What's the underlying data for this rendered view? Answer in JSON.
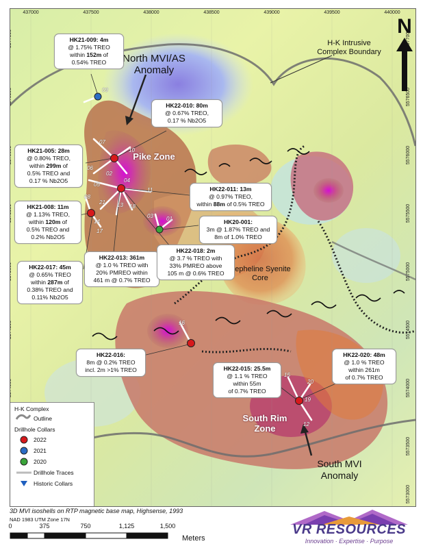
{
  "map": {
    "easting_ticks": [
      "437000",
      "437500",
      "438000",
      "438500",
      "439000",
      "439500",
      "440000"
    ],
    "northing_ticks": [
      "5577000",
      "5576500",
      "5576000",
      "5575500",
      "5575000",
      "5574500",
      "5574000",
      "5573500",
      "5573000"
    ],
    "north_letter": "N"
  },
  "labels": {
    "intrusive": "H-K Intrusive Complex Boundary",
    "north_anomaly": "North MVI/AS Anomaly",
    "pike_zone": "Pike Zone",
    "nepheline": "Nepheline Syenite Core",
    "south_rim": "South Rim Zone",
    "south_anomaly": "South MVI Anomaly"
  },
  "callouts": {
    "hk21_009": {
      "hdr": "HK21-009: 4m",
      "l1": "@ 1.75% TREO",
      "l2a": "within ",
      "l2b": "152m",
      "l2c": " of",
      "l3": "0.54% TREO"
    },
    "hk22_010": {
      "hdr": "HK22-010: 80m",
      "l1": "@ 0.67% TREO,",
      "l2": "0.17 % Nb2O5"
    },
    "hk21_005": {
      "hdr": "HK21-005: 28m",
      "l1": "@ 0.80% TREO,",
      "l2a": "within ",
      "l2b": "299m",
      "l2c": " of",
      "l3": "0.5% TREO and",
      "l4": "0.17 % Nb2O5"
    },
    "hk22_011": {
      "hdr": "HK22-011: 13m",
      "l1": "@ 0.97% TREO,",
      "l2a": "within ",
      "l2b": "88m",
      "l2c": " of 0.5% TREO"
    },
    "hk21_008": {
      "hdr": "HK21-008: 11m",
      "l1": "@ 1.13% TREO,",
      "l2a": "within ",
      "l2b": "120m",
      "l2c": " of",
      "l3": "0.5% TREO and",
      "l4": "0.2% Nb2O5"
    },
    "hk20_001": {
      "hdr": "HK20-001:",
      "l1": "3m @ 1.87% TREO and",
      "l2": "8m of 1.0% TREO"
    },
    "hk22_013": {
      "hdr": "HK22-013: 361m",
      "l1": "@ 1.0 % TREO with",
      "l2": "20% PMREO within",
      "l3": "461 m @ 0.7% TREO"
    },
    "hk22_018": {
      "hdr": "HK22-018: 2m",
      "l1": "@ 3.7 % TREO with",
      "l2": "33% PMREO above",
      "l3": "105 m @ 0.6% TREO"
    },
    "hk22_017": {
      "hdr": "HK22-017: 45m",
      "l1": "@ 0.65% TREO",
      "l2a": "within ",
      "l2b": "287m",
      "l2c": " of",
      "l3": "0.38% TREO and",
      "l4": "0.11% Nb2O5"
    },
    "hk22_016": {
      "hdr": "HK22-016:",
      "l1": "8m @ 0.2% TREO",
      "l2": "incl. 2m >1% TREO"
    },
    "hk22_015": {
      "hdr": "HK22-015: 25.5m",
      "l1": "@ 1.1 % TREO",
      "l2": "within 55m",
      "l3": "of 0.7% TREO"
    },
    "hk22_020": {
      "hdr": "HK22-020: 48m",
      "l1": "@ 1.0 % TREO",
      "l2": "within 261m",
      "l3": "of 0.7% TREO"
    }
  },
  "hole_numbers": {
    "n09": "09",
    "n07": "07",
    "n10": "10",
    "n06": "06",
    "n02": "02",
    "n04": "04",
    "n05": "05",
    "n11": "11",
    "n08": "08",
    "n21": "21",
    "n13": "13",
    "n18": "18",
    "n14": "14",
    "n17": "17",
    "n03": "03",
    "n01": "01",
    "n16": "16",
    "n15": "15",
    "n20": "20",
    "n19": "19",
    "n12": "12"
  },
  "legend": {
    "complex_title": "H-K Complex",
    "outline": "Outline",
    "collars_title": "Drillhole Collars",
    "y2022": "2022",
    "y2021": "2021",
    "y2020": "2020",
    "traces": "Drillhole Traces",
    "historic": "Historic Collars",
    "colors": {
      "c2022": "#d7191c",
      "c2021": "#2b6cc4",
      "c2020": "#3aa53a",
      "historic": "#1f5fbf"
    }
  },
  "footer": {
    "caption": "3D MVI isoshells on RTP magnetic base map, Highsense, 1993",
    "datum": "NAD 1983 UTM Zone 17N",
    "scale_labels": [
      "0",
      "375",
      "750",
      "1,125",
      "1,500"
    ],
    "scale_units": "Meters"
  },
  "logo": {
    "name": "VR RESOURCES",
    "tagline": "Innovation · Expertise · Purpose"
  }
}
